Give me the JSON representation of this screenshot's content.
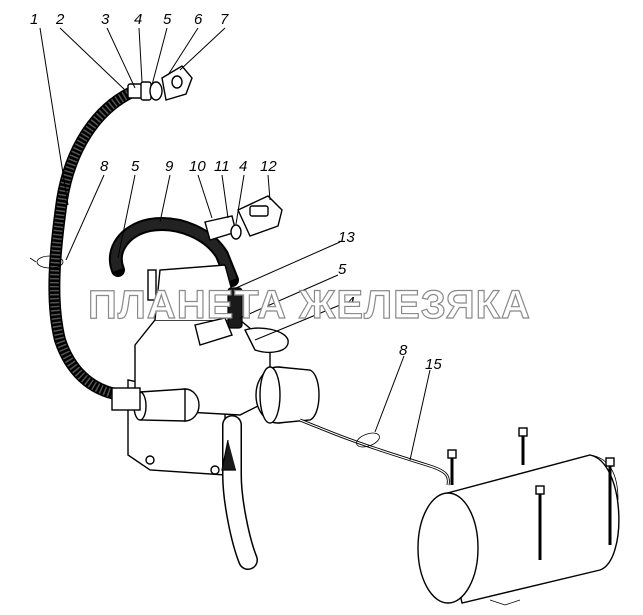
{
  "callouts": [
    {
      "id": "c1",
      "text": "1"
    },
    {
      "id": "c2",
      "text": "2"
    },
    {
      "id": "c3",
      "text": "3"
    },
    {
      "id": "c4",
      "text": "4"
    },
    {
      "id": "c5",
      "text": "5"
    },
    {
      "id": "c6",
      "text": "6"
    },
    {
      "id": "c7",
      "text": "7"
    },
    {
      "id": "c8a",
      "text": "8"
    },
    {
      "id": "c5b",
      "text": "5"
    },
    {
      "id": "c9",
      "text": "9"
    },
    {
      "id": "c10",
      "text": "10"
    },
    {
      "id": "c11",
      "text": "11"
    },
    {
      "id": "c4b",
      "text": "4"
    },
    {
      "id": "c12",
      "text": "12"
    },
    {
      "id": "c13",
      "text": "13"
    },
    {
      "id": "c5c",
      "text": "5"
    },
    {
      "id": "c14",
      "text": "14"
    },
    {
      "id": "c8b",
      "text": "8"
    },
    {
      "id": "c15",
      "text": "15"
    }
  ],
  "watermark": "ПЛАНЕТА ЖЕЛЕЗЯКА"
}
